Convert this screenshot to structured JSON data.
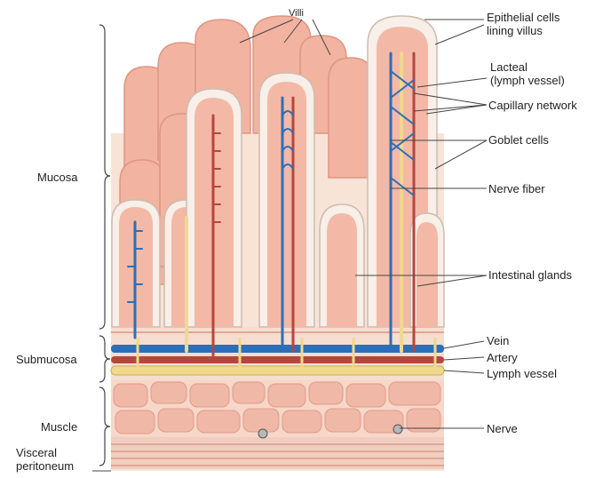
{
  "labels": {
    "villi": "Villi",
    "epithelial_line1": "Epithelial cells",
    "epithelial_line2": "lining villus",
    "lacteal_line1": "Lacteal",
    "lacteal_line2": "(lymph vessel)",
    "capillary": "Capillary network",
    "goblet": "Goblet cells",
    "nerve_fiber": "Nerve fiber",
    "intestinal_glands": "Intestinal glands",
    "vein": "Vein",
    "artery": "Artery",
    "lymph_vessel": "Lymph vessel",
    "nerve": "Nerve",
    "mucosa": "Mucosa",
    "submucosa": "Submucosa",
    "muscle": "Muscle",
    "visceral_line1": "Visceral",
    "visceral_line2": "peritoneum"
  },
  "colors": {
    "villus_fill": "#f3b9a6",
    "villus_shade": "#e89a86",
    "epithelium": "#f7efe8",
    "vein": "#2c6fb8",
    "artery": "#b5463e",
    "lymph": "#f1d98a",
    "muscle": "#f2c2b2",
    "tissue": "#f8e6d8",
    "line": "#444444"
  }
}
